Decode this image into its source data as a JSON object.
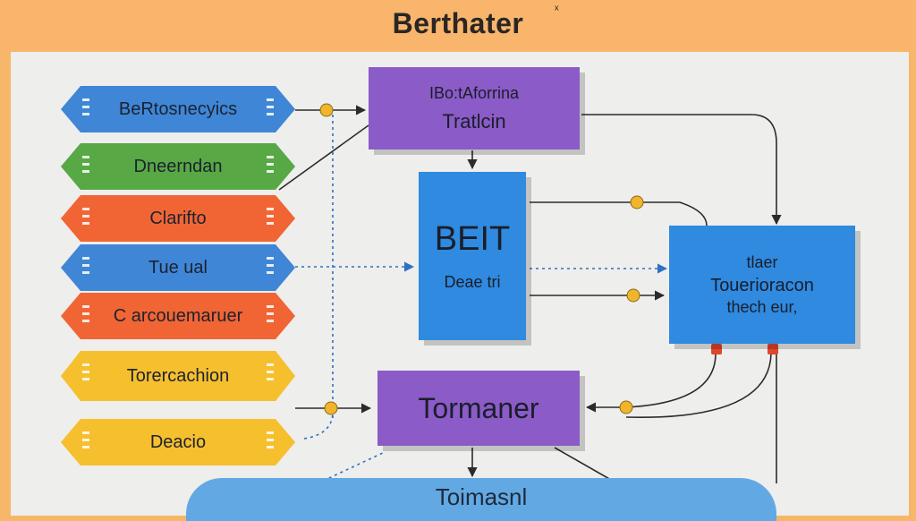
{
  "title": "Berthater",
  "title_mark": "ˣ",
  "tags": [
    {
      "label": "BeRtosnecyics"
    },
    {
      "label": "Dneerndan"
    },
    {
      "label": "Clarifto"
    },
    {
      "label": "Tue ual"
    },
    {
      "label": "C arcouemaruer"
    },
    {
      "label": "Torercachion"
    },
    {
      "label": "Deacio"
    }
  ],
  "boxes": {
    "top": {
      "line1": "IBo:tAforrina",
      "line2": "Tratlcin"
    },
    "bert": {
      "line1": "BEIT",
      "line2": "Deae tri"
    },
    "right": {
      "line1": "tlaer",
      "line2": "Touerioracon",
      "line3": "thech eur,"
    },
    "transformer": {
      "line1": "Tormaner"
    }
  },
  "bottom_bar": {
    "label": "Toimasnl"
  },
  "colors": {
    "header": "#f8b56b",
    "canvas": "#eeeeec",
    "purple": "#8b5bc8",
    "blue": "#2f8ae0",
    "tag_blue": "#3f86d6",
    "tag_green": "#58a845",
    "tag_orange": "#f16535",
    "tag_yellow": "#f6bf2e",
    "node": "#f1b52c",
    "port": "#e0442b"
  }
}
